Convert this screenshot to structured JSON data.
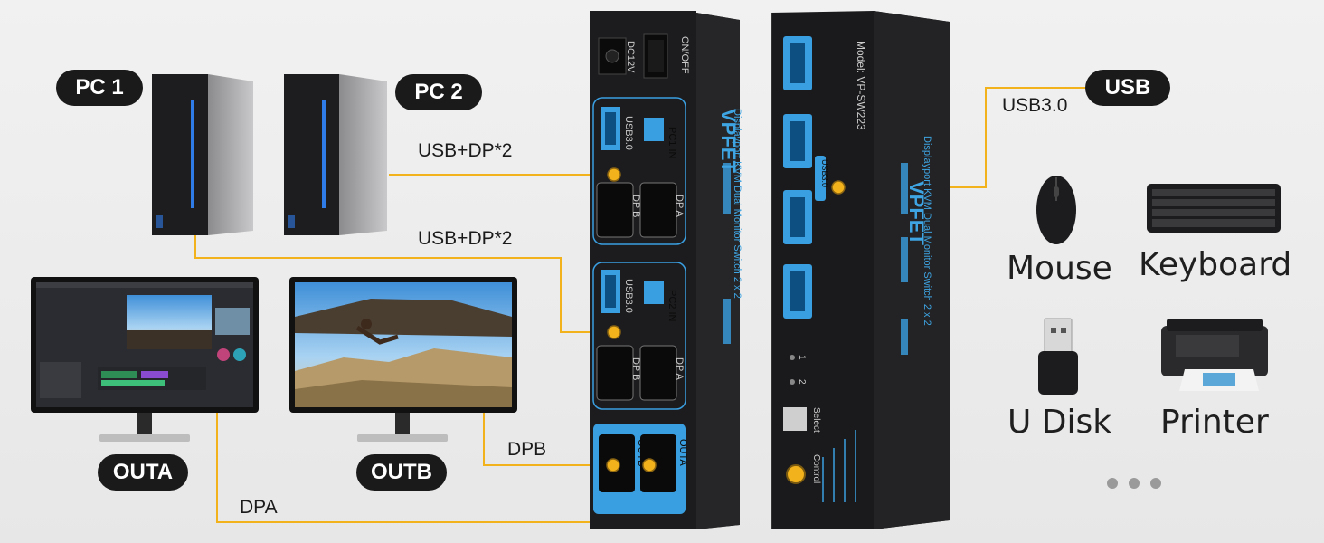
{
  "pcs": [
    {
      "label": "PC 1"
    },
    {
      "label": "PC 2"
    }
  ],
  "monitors": [
    {
      "label": "OUTA"
    },
    {
      "label": "OUTB"
    }
  ],
  "connections": {
    "pc1_cable": "USB+DP*2",
    "pc2_cable": "USB+DP*2",
    "dpb": "DPB",
    "dpa": "DPA",
    "usb_port": "USB3.0"
  },
  "usb_badge": "USB",
  "peripherals": [
    {
      "label": "Mouse",
      "icon": "mouse-icon"
    },
    {
      "label": "Keyboard",
      "icon": "keyboard-icon"
    },
    {
      "label": "U Disk",
      "icon": "usb-drive-icon"
    },
    {
      "label": "Printer",
      "icon": "printer-icon"
    }
  ],
  "switch_back": {
    "dc": "DC12V",
    "power": "ON/OFF",
    "pc1_in": "PC1 IN",
    "pc2_in": "PC2 IN",
    "usb30": "USB3.0",
    "dp_a": "DP A",
    "dp_b": "DP B",
    "out_a": "OUTA",
    "out_b": "OUTB",
    "brand": "VPFET",
    "product": "Displayport KVM Dual Monitor Switch 2 x 2"
  },
  "switch_front": {
    "model": "Model: VP-SW223",
    "usb30": "USB3.0",
    "ind1": "1",
    "ind2": "2",
    "select": "Select",
    "control": "Control",
    "brand": "VPFET",
    "product": "Displayport KVM Dual Monitor Switch 2 x 2"
  },
  "colors": {
    "accent_orange": "#f2b21b",
    "device_dark": "#1e1e1e",
    "port_blue": "#3a9fe0"
  }
}
